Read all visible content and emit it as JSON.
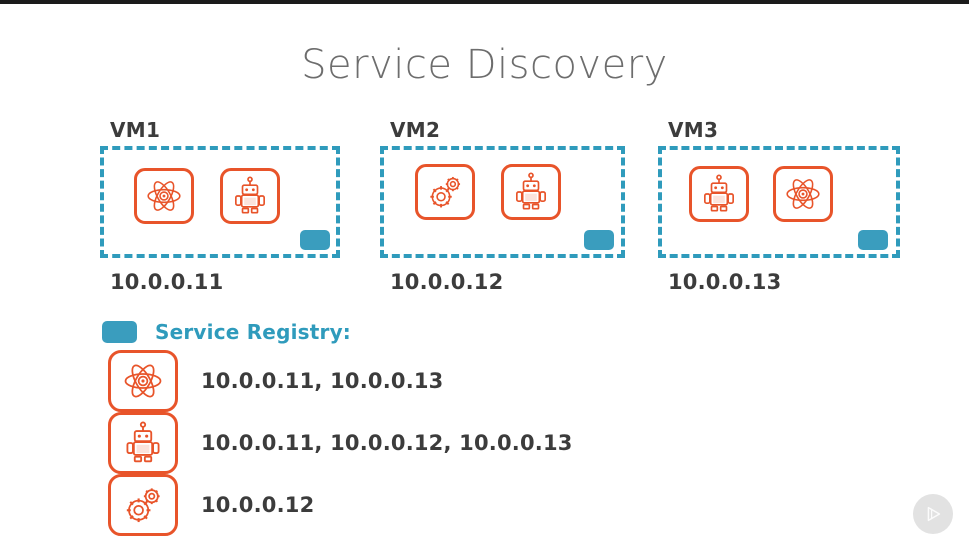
{
  "page": {
    "title": "Service Discovery",
    "background": "#ffffff",
    "accent_teal": "#2f9bbc",
    "accent_orange": "#e8542a",
    "text_dark": "#3c3c3c",
    "title_color": "#6d6d6d"
  },
  "vms": [
    {
      "label": "VM1",
      "ip": "10.0.0.11",
      "services": [
        "atom-icon",
        "robot-icon"
      ],
      "badge": "registry-agent-badge"
    },
    {
      "label": "VM2",
      "ip": "10.0.0.12",
      "services": [
        "gears-icon",
        "robot-icon"
      ],
      "badge": "registry-agent-badge"
    },
    {
      "label": "VM3",
      "ip": "10.0.0.13",
      "services": [
        "robot-icon",
        "atom-icon"
      ],
      "badge": "registry-agent-badge"
    }
  ],
  "registry": {
    "title": "Service Registry:",
    "swatch": "registry-swatch",
    "rows": [
      {
        "icon": "atom-icon",
        "addresses": "10.0.0.11, 10.0.0.13"
      },
      {
        "icon": "robot-icon",
        "addresses": "10.0.0.11, 10.0.0.12, 10.0.0.13"
      },
      {
        "icon": "gears-icon",
        "addresses": "10.0.0.12"
      }
    ]
  },
  "watermark": {
    "icon": "play-outline-icon"
  }
}
